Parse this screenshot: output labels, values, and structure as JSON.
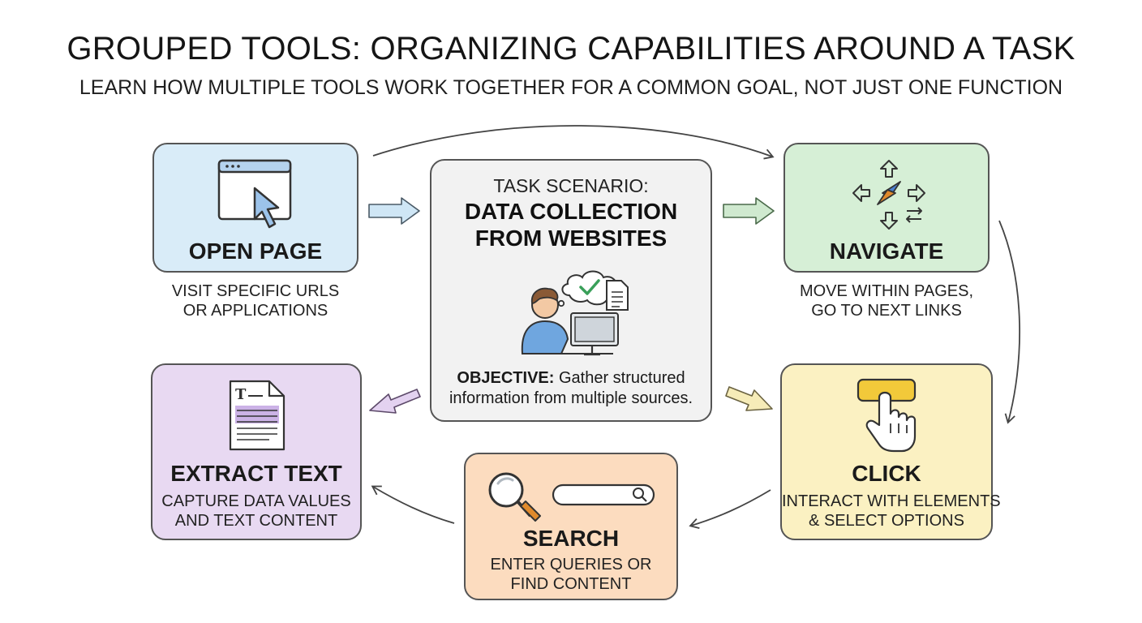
{
  "header": {
    "title": "GROUPED TOOLS: ORGANIZING CAPABILITIES AROUND A TASK",
    "subtitle": "LEARN HOW MULTIPLE TOOLS WORK TOGETHER FOR A COMMON GOAL, NOT JUST ONE FUNCTION"
  },
  "center": {
    "pre_title": "TASK SCENARIO:",
    "title_line1": "DATA COLLECTION",
    "title_line2": "FROM WEBSITES",
    "objective_label": "OBJECTIVE:",
    "objective_line1": "Gather structured",
    "objective_line2": "information from multiple sources."
  },
  "tools": {
    "open_page": {
      "label": "OPEN PAGE",
      "desc_line1": "VISIT SPECIFIC URLS",
      "desc_line2": "OR APPLICATIONS",
      "color": "#d9ecf8",
      "icon": "browser-cursor-icon"
    },
    "navigate": {
      "label": "NAVIGATE",
      "desc_line1": "MOVE WITHIN PAGES,",
      "desc_line2": "GO TO NEXT LINKS",
      "color": "#d6efd6",
      "icon": "compass-arrows-icon"
    },
    "click": {
      "label": "CLICK",
      "desc_line1": "INTERACT WITH ELEMENTS",
      "desc_line2": "& SELECT OPTIONS",
      "color": "#fbf1c2",
      "icon": "pointer-click-icon"
    },
    "search": {
      "label": "SEARCH",
      "desc_line1": "ENTER QUERIES OR",
      "desc_line2": "FIND CONTENT",
      "color": "#fcdcbf",
      "icon": "magnifier-search-bar-icon"
    },
    "extract_text": {
      "label": "EXTRACT TEXT",
      "desc_line1": "CAPTURE DATA VALUES",
      "desc_line2": "AND TEXT CONTENT",
      "color": "#e8d9f2",
      "icon": "document-text-icon"
    }
  },
  "colors": {
    "center_box": "#f2f2f2",
    "outline": "#555555",
    "arrow_blue": "#cfe6f5",
    "arrow_green": "#cfe9cf",
    "arrow_yellow": "#f6ecb8",
    "arrow_purple": "#e3d2f0"
  }
}
